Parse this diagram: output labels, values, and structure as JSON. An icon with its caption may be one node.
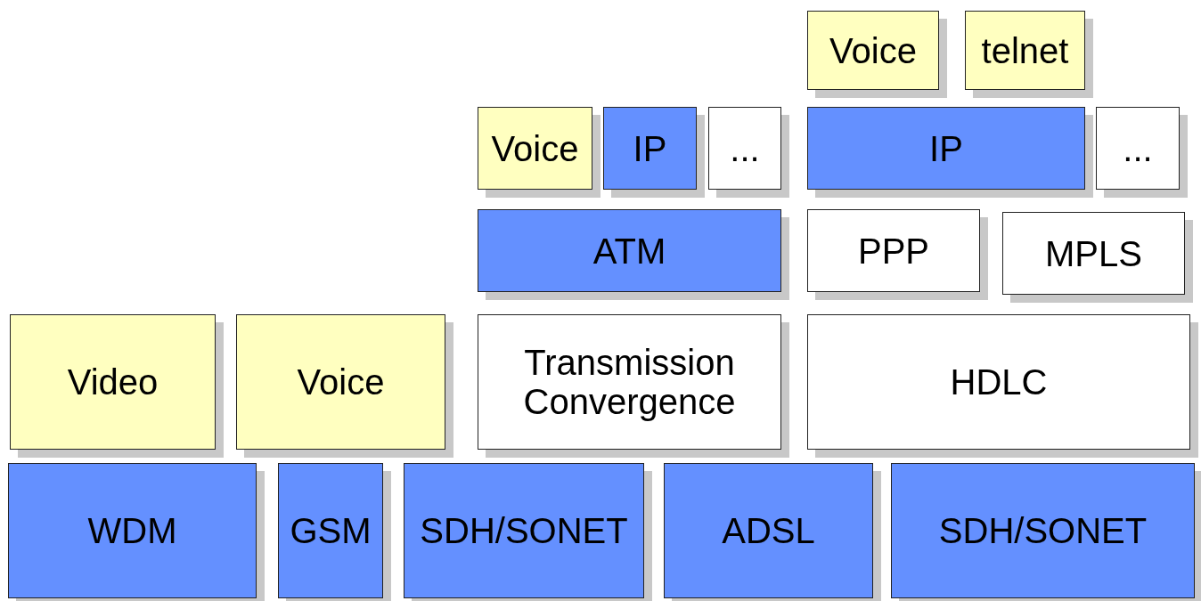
{
  "diagram": {
    "nodes": [
      {
        "text": [
          "Voice"
        ]
      },
      {
        "text": [
          "telnet"
        ]
      },
      {
        "text": [
          "Voice"
        ]
      },
      {
        "text": [
          "IP"
        ]
      },
      {
        "text": [
          "..."
        ]
      },
      {
        "text": [
          "IP"
        ]
      },
      {
        "text": [
          "..."
        ]
      },
      {
        "text": [
          "ATM"
        ]
      },
      {
        "text": [
          "PPP"
        ]
      },
      {
        "text": [
          "MPLS"
        ]
      },
      {
        "text": [
          "Video"
        ]
      },
      {
        "text": [
          "Voice"
        ]
      },
      {
        "text": [
          "Transmission Convergence"
        ]
      },
      {
        "text": [
          "HDLC"
        ]
      },
      {
        "text": [
          "WDM"
        ]
      },
      {
        "text": [
          "GSM"
        ]
      },
      {
        "text": [
          "SDH/SONET"
        ]
      },
      {
        "text": [
          "ADSL"
        ]
      },
      {
        "text": [
          "SDH/SONET"
        ]
      }
    ]
  }
}
